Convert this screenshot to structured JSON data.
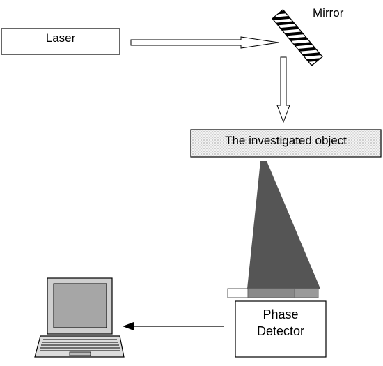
{
  "labels": {
    "laser": "Laser",
    "mirror": "Mirror",
    "object": "The investigated object",
    "detector_line1": "Phase",
    "detector_line2": "Detector"
  },
  "colors": {
    "beam": "#555555",
    "detector_strip": "#8a8a8a",
    "screen": "#a6a6a6",
    "object_fill": "#eeeeee",
    "stroke": "#000000"
  },
  "icons": {
    "mirror": "hatched-mirror-icon",
    "computer": "laptop-icon"
  }
}
